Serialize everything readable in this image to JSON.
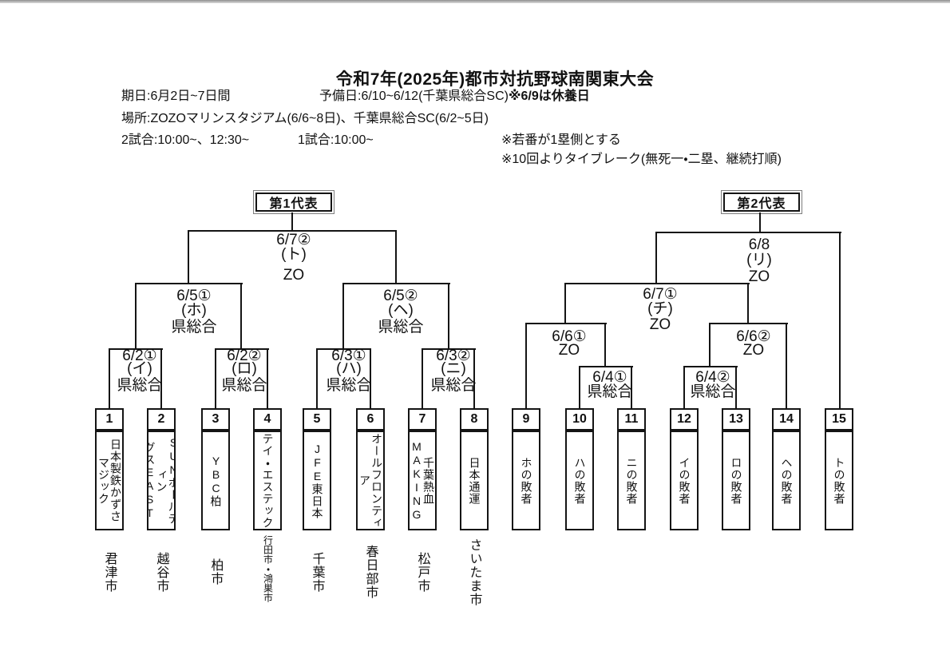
{
  "header": {
    "title": "令和7年(2025年)都市対抗野球南関東大会",
    "date_line": "期日:6月2日~7日間",
    "reserve_line": "予備日:6/10~6/12(千葉県総合SC)",
    "reserve_note": "※6/9は休養日",
    "venue_line": "場所:ZOZOマリンスタジアム(6/6~8日)、千葉県総合SC(6/2~5日)",
    "games2_line": "2試合:10:00~、12:30~",
    "games1_line": "1試合:10:00~",
    "note_first_base": "※若番が1塁側とする",
    "note_tiebreak": "※10回よりタイブレーク(無死一・二塁、継続打順)"
  },
  "bracket1": {
    "title": "第1代表",
    "final": {
      "date": "6/7②",
      "code": "(ト)",
      "venue": "ZO"
    },
    "semi1": {
      "date": "6/5①",
      "code": "(ホ)",
      "venue": "県総合"
    },
    "semi2": {
      "date": "6/5②",
      "code": "(ヘ)",
      "venue": "県総合"
    },
    "qf1": {
      "date": "6/2①",
      "code": "(イ)",
      "venue": "県総合"
    },
    "qf2": {
      "date": "6/2②",
      "code": "(ロ)",
      "venue": "県総合"
    },
    "qf3": {
      "date": "6/3①",
      "code": "(ハ)",
      "venue": "県総合"
    },
    "qf4": {
      "date": "6/3②",
      "code": "(ニ)",
      "venue": "県総合"
    }
  },
  "bracket2": {
    "title": "第2代表",
    "final": {
      "date": "6/8",
      "code": "(リ)",
      "venue": "ZO"
    },
    "semi": {
      "date": "6/7①",
      "code": "(チ)",
      "venue": "ZO"
    },
    "r2a": {
      "date": "6/6①",
      "venue": "ZO"
    },
    "r2b": {
      "date": "6/6②",
      "venue": "ZO"
    },
    "r1a": {
      "date": "6/4①",
      "venue": "県総合"
    },
    "r1b": {
      "date": "6/4②",
      "venue": "県総合"
    }
  },
  "teams": [
    {
      "no": "1",
      "col1": "日本製鉄かずさ",
      "col2": "マジック",
      "city": "君津市"
    },
    {
      "no": "2",
      "col1": "SUNホールディン",
      "col2": "グスEAST",
      "city": "越谷市"
    },
    {
      "no": "3",
      "col1": "YBC柏",
      "col2": "",
      "city": "柏市"
    },
    {
      "no": "4",
      "col1": "テイ・エステック",
      "col2": "",
      "city": "行田市・鴻巣市"
    },
    {
      "no": "5",
      "col1": "JFE東日本",
      "col2": "",
      "city": "千葉市"
    },
    {
      "no": "6",
      "col1": "オールフロンティア",
      "col2": "",
      "city": "春日部市"
    },
    {
      "no": "7",
      "col1": "千葉熱血",
      "col2": "MAKING",
      "city": "松戸市"
    },
    {
      "no": "8",
      "col1": "日本通運",
      "col2": "",
      "city": "さいたま市"
    },
    {
      "no": "9",
      "col1": "ホの敗者",
      "col2": "",
      "city": ""
    },
    {
      "no": "10",
      "col1": "ハの敗者",
      "col2": "",
      "city": ""
    },
    {
      "no": "11",
      "col1": "ニの敗者",
      "col2": "",
      "city": ""
    },
    {
      "no": "12",
      "col1": "イの敗者",
      "col2": "",
      "city": ""
    },
    {
      "no": "13",
      "col1": "ロの敗者",
      "col2": "",
      "city": ""
    },
    {
      "no": "14",
      "col1": "ヘの敗者",
      "col2": "",
      "city": ""
    },
    {
      "no": "15",
      "col1": "トの敗者",
      "col2": "",
      "city": ""
    }
  ],
  "colors": {
    "line": "#141414",
    "text": "#111111",
    "background": "#ffffff"
  }
}
